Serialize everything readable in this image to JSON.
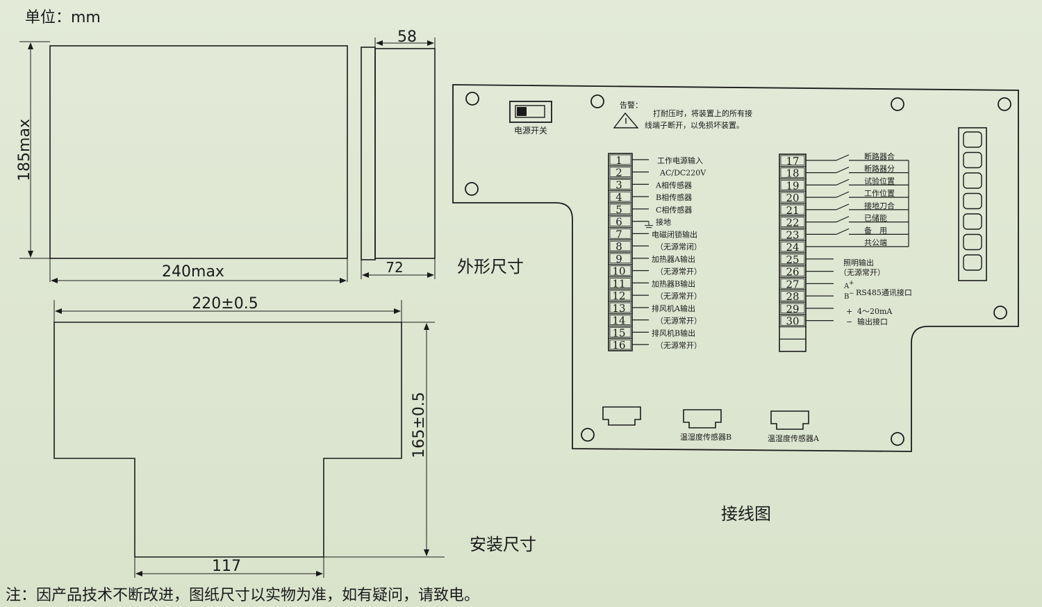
{
  "unit_label": "单位：mm",
  "outline": {
    "height_label": "185max",
    "width_label": "240max",
    "depth_top_label": "58",
    "depth_bottom_label": "72",
    "caption": "外形尺寸"
  },
  "mounting": {
    "width_label": "220±0.5",
    "height_label": "165±0.5",
    "bottom_label": "117",
    "caption": "安装尺寸"
  },
  "wiring": {
    "caption": "接线图",
    "power_switch_label": "电源开关",
    "warning_title": "告警：",
    "warning_line1": "打耐压时，将装置上的所有接",
    "warning_line2": "线端子断开，以免损坏装置。",
    "left_terminals": [
      "1",
      "2",
      "3",
      "4",
      "5",
      "6",
      "7",
      "8",
      "9",
      "10",
      "11",
      "12",
      "13",
      "14",
      "15",
      "16"
    ],
    "left_labels": [
      "工作电源输入",
      "AC/DC220V",
      "A相传感器",
      "B相传感器",
      "C相传感器",
      "接地",
      "电磁闭锁输出",
      "（无源常闭）",
      "加热器A输出",
      "（无源常开）",
      "加热器B输出",
      "（无源常开）",
      "排风机A输出",
      "（无源常开）",
      "排风机B输出",
      "（无源常开）"
    ],
    "right_terminals": [
      "17",
      "18",
      "19",
      "20",
      "21",
      "22",
      "23",
      "24",
      "25",
      "26",
      "27",
      "28",
      "29",
      "30"
    ],
    "right_labels": [
      "断路器合",
      "断路器分",
      "试验位置",
      "工作位置",
      "接地刀合",
      "已储能",
      "备　用",
      "共公端"
    ],
    "lighting_label": "照明输出",
    "lighting_sub": "（无源常开）",
    "rs485_a": "A",
    "rs485_plus": "+",
    "rs485_b": "B",
    "rs485_minus": "−",
    "rs485_label": "RS485通讯接口",
    "analog_plus": "+",
    "analog_minus": "−",
    "analog_range": "4～20mA",
    "analog_label": "输出接口",
    "sensor_b_label": "温湿度传感器B",
    "sensor_a_label": "温湿度传感器A"
  },
  "note": "注：因产品技术不断改进，图纸尺寸以实物为准，如有疑问，请致电。"
}
